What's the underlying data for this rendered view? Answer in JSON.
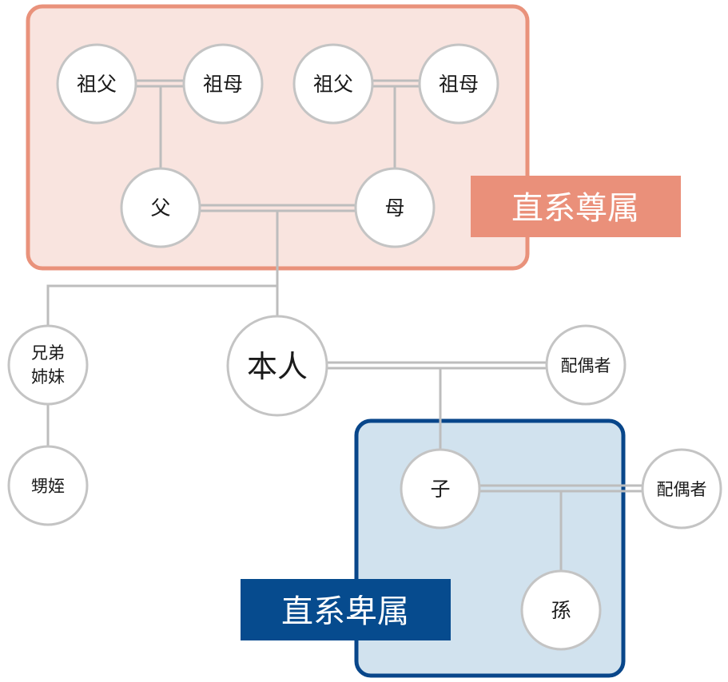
{
  "colors": {
    "ascendant_fill": "#f9e4df",
    "ascendant_border": "#e9927b",
    "ascendant_label_bg": "#ea907a",
    "descendant_fill": "#d1e2ee",
    "descendant_border": "#08468a",
    "descendant_label_bg": "#064b8e",
    "line": "#bdbdbd",
    "node_border": "#c4c4c4",
    "node_fill": "#ffffff"
  },
  "groups": {
    "ascendants_label": "直系尊属",
    "descendants_label": "直系卑属"
  },
  "nodes": {
    "paternal_grandfather": "祖父",
    "paternal_grandmother": "祖母",
    "maternal_grandfather": "祖父",
    "maternal_grandmother": "祖母",
    "father": "父",
    "mother": "母",
    "self": "本人",
    "siblings_line1": "兄弟",
    "siblings_line2": "姉妹",
    "nephews_nieces": "甥姪",
    "spouse": "配偶者",
    "child": "子",
    "child_spouse": "配偶者",
    "grandchild": "孫"
  }
}
